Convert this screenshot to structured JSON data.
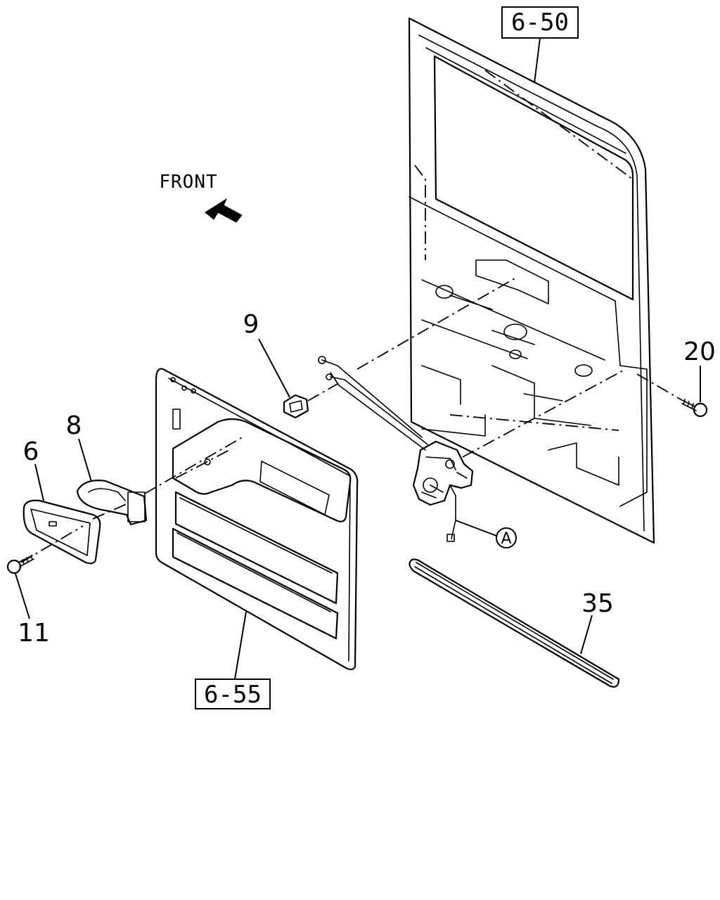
{
  "orientation_label": "FRONT",
  "reference_boxes": {
    "door_ref": "6-50",
    "trim_ref": "6-55"
  },
  "callouts": {
    "handle_bezel": "6",
    "inner_handle": "8",
    "clip": "9",
    "screw_left": "11",
    "screw_right": "20",
    "weatherstrip": "35"
  },
  "circled_label": "A"
}
